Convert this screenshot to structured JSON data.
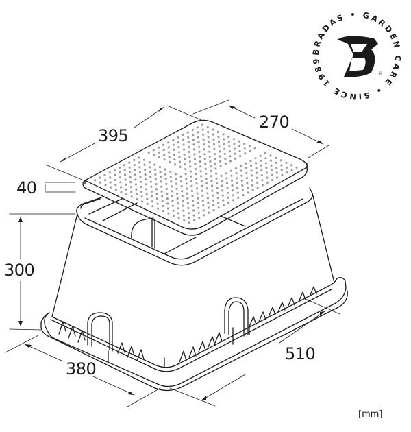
{
  "brand": {
    "name": "BRADAS",
    "tagline": "GARDEN CARE",
    "since": "SINCE 1989",
    "ring_text": "BRADAS • GARDEN CARE • SINCE 1989 •",
    "monogram": "B",
    "registered": "®"
  },
  "product": {
    "type": "valve-box",
    "lid": "perforated-lid"
  },
  "dimensions": {
    "lid_length": "395",
    "lid_width": "270",
    "lid_height": "40",
    "body_height": "300",
    "base_width": "380",
    "base_length": "510"
  },
  "unit_label": "[mm]",
  "colors": {
    "line": "#1a1a1a",
    "dots": "#9a9a9a",
    "background": "#ffffff"
  }
}
